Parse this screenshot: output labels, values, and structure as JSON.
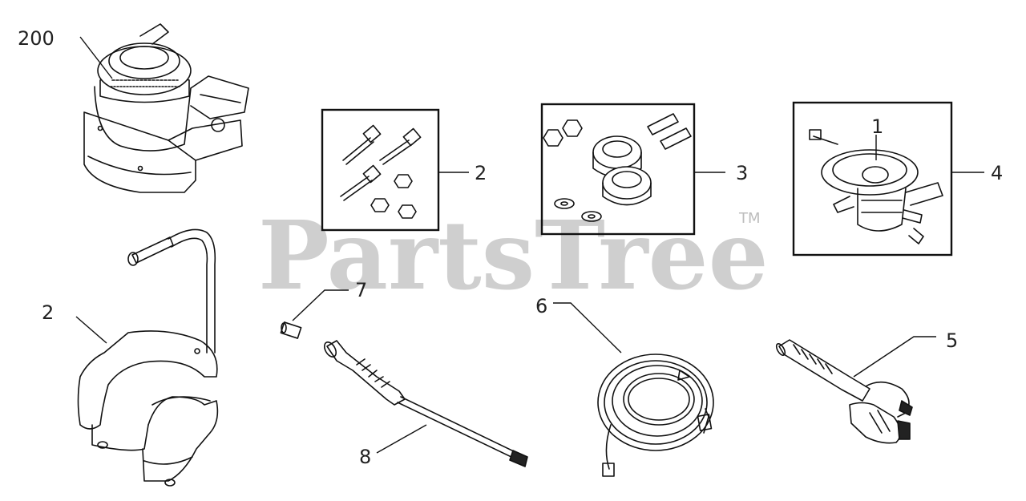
{
  "watermark": {
    "text": "PartsTree",
    "trademark": "TM"
  },
  "callouts": {
    "engine": "200",
    "screws_kit": "2",
    "bearing_kit": "3",
    "pump": "4",
    "pump_inner": "1",
    "frame": "2",
    "nozzle": "7",
    "hose": "6",
    "spray_gun": "5",
    "wand": "8"
  }
}
